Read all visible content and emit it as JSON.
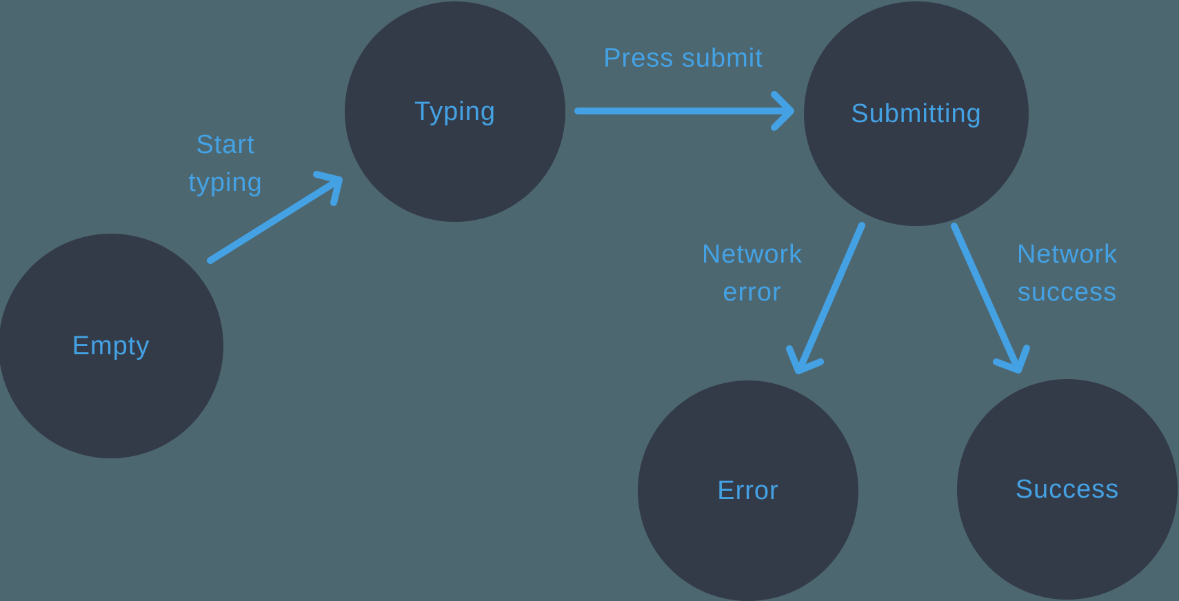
{
  "diagram": {
    "description": "Form submission state machine diagram",
    "colors": {
      "background": "#4D6771",
      "node": "#333B48",
      "accent": "#44A2E4"
    },
    "nodes": {
      "empty": {
        "label": "Empty"
      },
      "typing": {
        "label": "Typing"
      },
      "submitting": {
        "label": "Submitting"
      },
      "error": {
        "label": "Error"
      },
      "success": {
        "label": "Success"
      }
    },
    "edges": {
      "start_typing": {
        "from": "Empty",
        "to": "Typing",
        "lines": [
          "Start",
          "typing"
        ]
      },
      "press_submit": {
        "from": "Typing",
        "to": "Submitting",
        "label": "Press submit"
      },
      "network_error": {
        "from": "Submitting",
        "to": "Error",
        "lines": [
          "Network",
          "error"
        ]
      },
      "network_success": {
        "from": "Submitting",
        "to": "Success",
        "lines": [
          "Network",
          "success"
        ]
      }
    }
  }
}
